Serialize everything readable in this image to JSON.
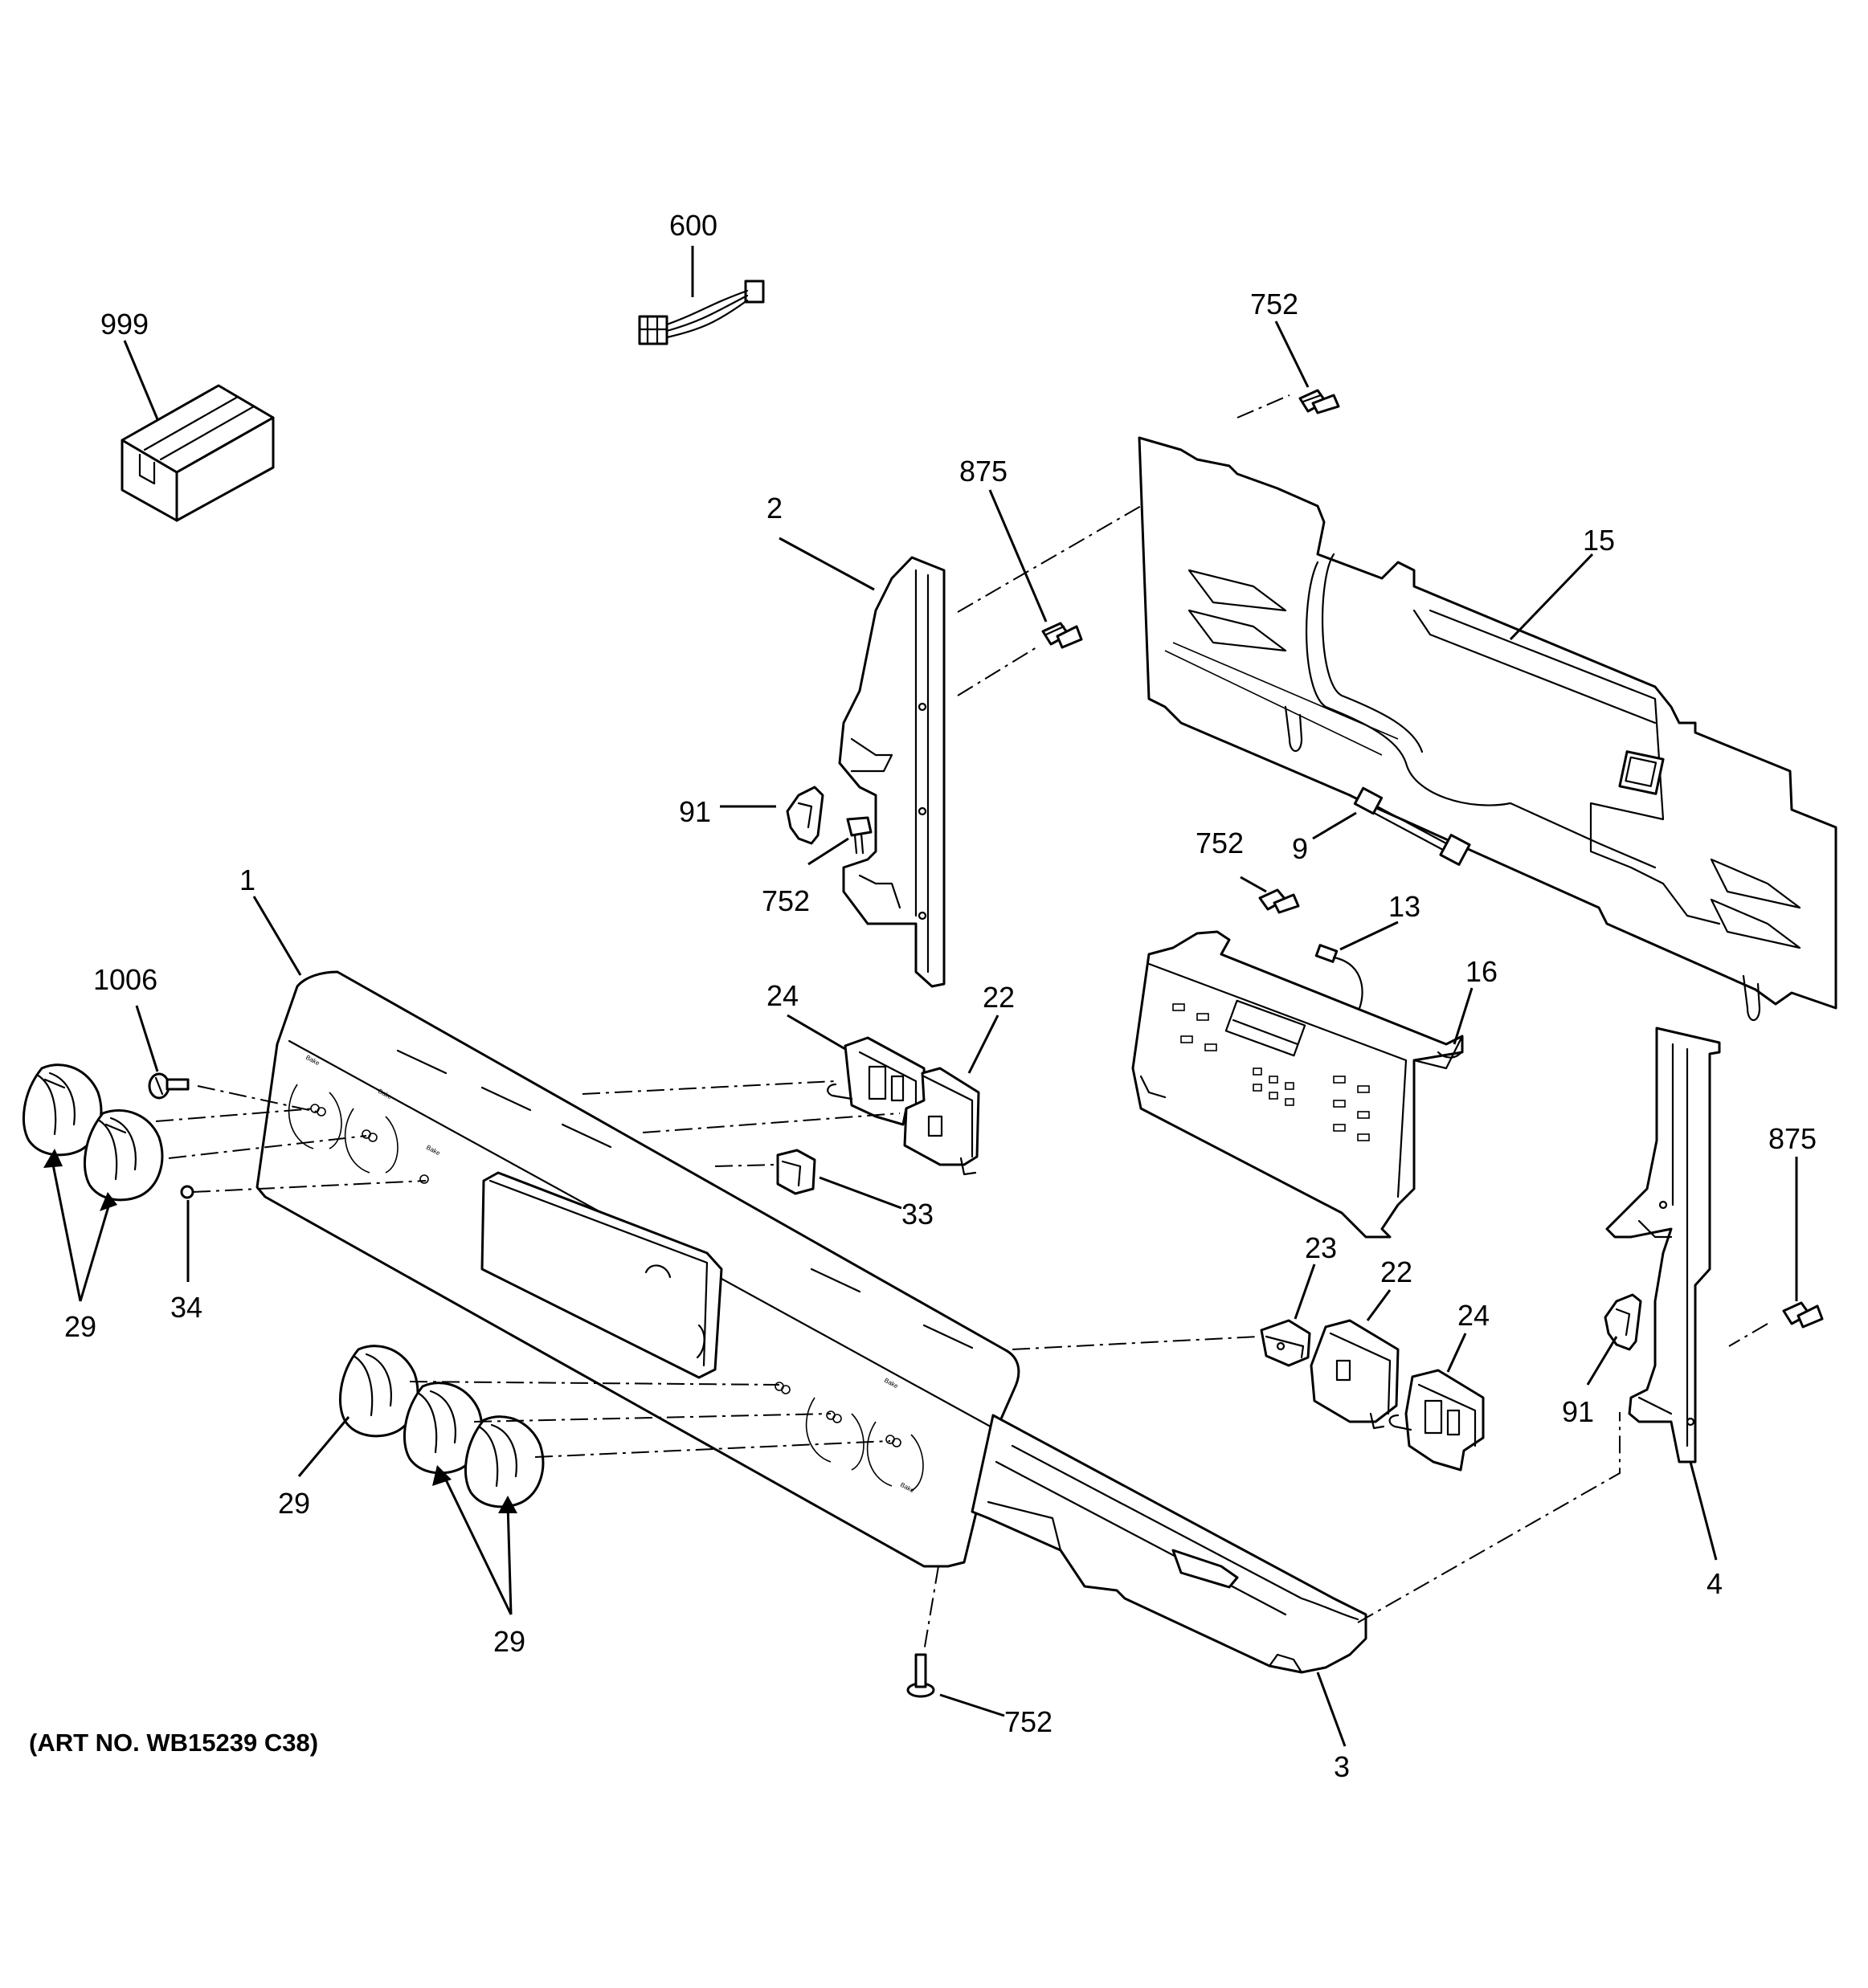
{
  "callouts": [
    {
      "id": "999",
      "label": "999"
    },
    {
      "id": "600",
      "label": "600"
    },
    {
      "id": "752a",
      "label": "752"
    },
    {
      "id": "875a",
      "label": "875"
    },
    {
      "id": "2",
      "label": "2"
    },
    {
      "id": "15",
      "label": "15"
    },
    {
      "id": "91a",
      "label": "91"
    },
    {
      "id": "752b",
      "label": "752"
    },
    {
      "id": "9",
      "label": "9"
    },
    {
      "id": "752c",
      "label": "752"
    },
    {
      "id": "13",
      "label": "13"
    },
    {
      "id": "1",
      "label": "1"
    },
    {
      "id": "1006",
      "label": "1006"
    },
    {
      "id": "24a",
      "label": "24"
    },
    {
      "id": "22a",
      "label": "22"
    },
    {
      "id": "16",
      "label": "16"
    },
    {
      "id": "33",
      "label": "33"
    },
    {
      "id": "875b",
      "label": "875"
    },
    {
      "id": "29a",
      "label": "29"
    },
    {
      "id": "34",
      "label": "34"
    },
    {
      "id": "23",
      "label": "23"
    },
    {
      "id": "22b",
      "label": "22"
    },
    {
      "id": "24b",
      "label": "24"
    },
    {
      "id": "91b",
      "label": "91"
    },
    {
      "id": "4",
      "label": "4"
    },
    {
      "id": "29b",
      "label": "29"
    },
    {
      "id": "29c",
      "label": "29"
    },
    {
      "id": "752d",
      "label": "752"
    },
    {
      "id": "3",
      "label": "3"
    }
  ],
  "art_number": "(ART NO. WB15239 C38)"
}
